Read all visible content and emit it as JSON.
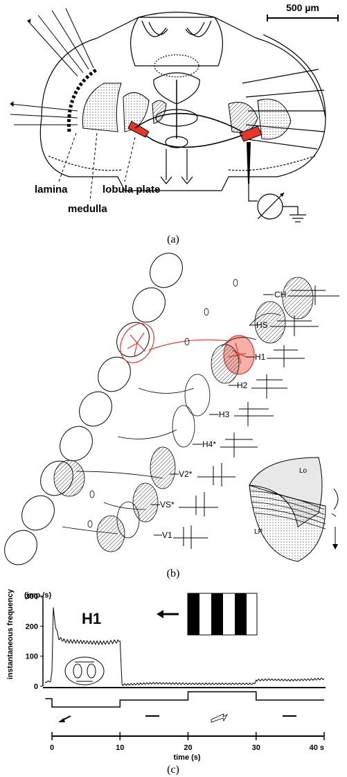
{
  "panel_a": {
    "scale_bar": "500 µm",
    "labels": {
      "lamina": "lamina",
      "medulla": "medulla",
      "lobula_plate": "lobula plate"
    },
    "caption": "(a)"
  },
  "panel_b": {
    "neurons": [
      "CH",
      "HS",
      "H1",
      "H2",
      "H3",
      "H4*",
      "V2*",
      "VS*",
      "V1"
    ],
    "inset": {
      "lo": "Lo",
      "lp": "LP"
    },
    "caption": "(b)"
  },
  "panel_c": {
    "title": "H1",
    "y_unit": "(imp./s)",
    "ylabel": "instantaneous frequency",
    "xlabel": "time (s)",
    "caption": "(c)",
    "highlight_color": "#e3372a",
    "chart_data": {
      "type": "line",
      "title": "H1",
      "xlabel": "time (s)",
      "ylabel": "instantaneous frequency",
      "x_ticks": [
        "0",
        "10",
        "20",
        "30",
        "40 s"
      ],
      "y_ticks": [
        "0",
        "100",
        "200",
        "300"
      ],
      "xlim": [
        0,
        40
      ],
      "ylim": [
        0,
        300
      ],
      "series": [
        {
          "x": [
            -1,
            -0.2,
            0,
            0.2,
            0.6,
            1,
            2,
            4,
            6,
            8,
            9.8,
            10,
            10.3,
            15,
            20,
            25,
            29.8,
            30,
            32,
            35,
            38,
            40
          ],
          "y": [
            15,
            15,
            50,
            258,
            190,
            160,
            150,
            148,
            145,
            145,
            150,
            150,
            5,
            10,
            8,
            8,
            8,
            20,
            22,
            20,
            22,
            25
          ]
        }
      ]
    }
  }
}
